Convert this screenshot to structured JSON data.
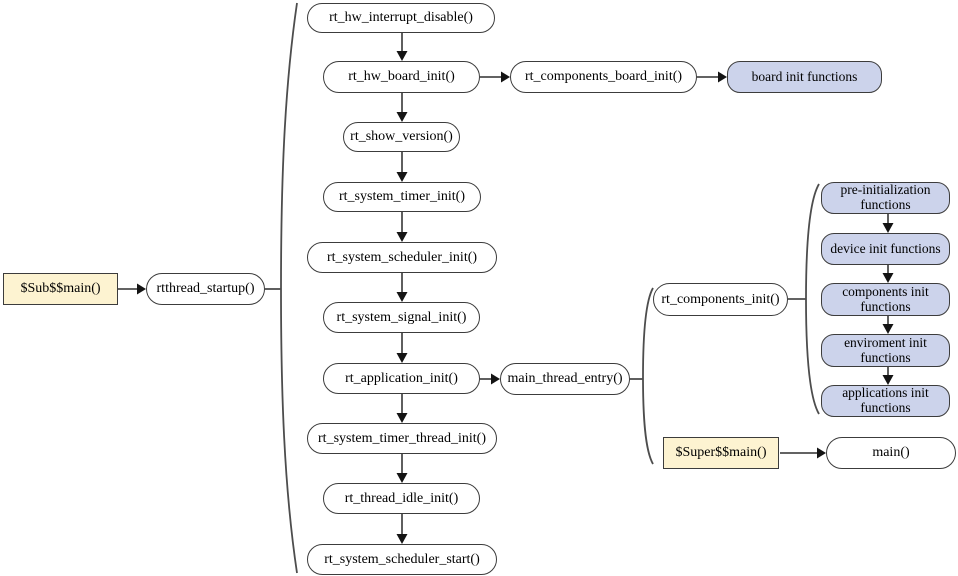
{
  "colors": {
    "plain_node_fill": "#ffffff",
    "blue_node_fill": "#ccd3eb",
    "yellow_node_fill": "#fdf3d1",
    "node_border": "#3c3c3c",
    "arrow_line": "#4d4d4d",
    "arrow_head": "#141414"
  },
  "nodes": {
    "sub_main": "$Sub$$main()",
    "rtthread_startup": "rtthread_startup()",
    "rt_hw_interrupt_disable": "rt_hw_interrupt_disable()",
    "rt_hw_board_init": "rt_hw_board_init()",
    "rt_components_board_init": "rt_components_board_init()",
    "board_init_functions": "board init functions",
    "rt_show_version": "rt_show_version()",
    "rt_system_timer_init": "rt_system_timer_init()",
    "rt_system_scheduler_init": "rt_system_scheduler_init()",
    "rt_system_signal_init": "rt_system_signal_init()",
    "rt_application_init": "rt_application_init()",
    "rt_system_timer_thread_init": "rt_system_timer_thread_init()",
    "rt_thread_idle_init": "rt_thread_idle_init()",
    "rt_system_scheduler_start": "rt_system_scheduler_start()",
    "main_thread_entry": "main_thread_entry()",
    "rt_components_init": "rt_components_init()",
    "pre_initialization_functions": "pre-initialization\nfunctions",
    "device_init_functions": "device init functions",
    "components_init_functions": "components init\nfunctions",
    "enviroment_init_functions": "enviroment init\nfunctions",
    "applications_init_functions": "applications init\nfunctions",
    "super_main": "$Super$$main()",
    "main": "main()"
  }
}
